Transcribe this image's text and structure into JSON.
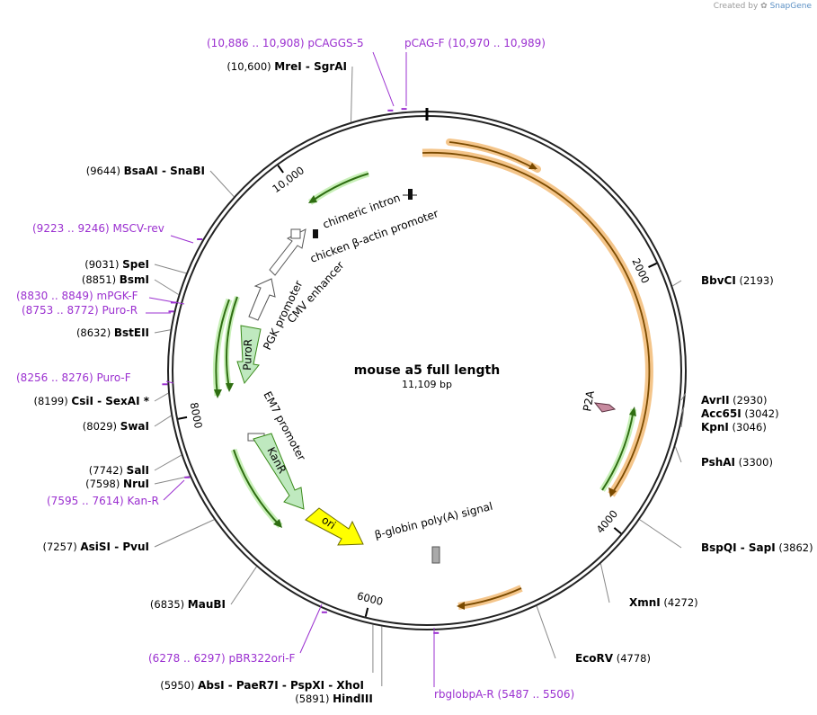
{
  "credit": {
    "prefix": "Created by",
    "brand": "SnapGene"
  },
  "plasmid": {
    "name": "mouse a5 full length",
    "size": "11,109 bp"
  },
  "colors": {
    "primer": "#9b30d0",
    "green": "#3a8a1a",
    "orange": "#e08a1a",
    "ori": "#ffff00",
    "marker": "#bfe9bf"
  },
  "ticks": [
    {
      "label": "2000",
      "angle": 65
    },
    {
      "label": "4000",
      "angle": 130
    },
    {
      "label": "6000",
      "angle": 194
    },
    {
      "label": "8000",
      "angle": 259
    },
    {
      "label": "10,000",
      "angle": 324
    }
  ],
  "sites": [
    {
      "name": "MreI",
      "extra": "SgrAI",
      "pos": "(10,600)",
      "left": true,
      "angle": -17
    },
    {
      "name": "BsaAI",
      "extra": "SnaBI",
      "pos": "(9644)",
      "left": true,
      "angle": -48
    },
    {
      "name": "SpeI",
      "extra": "",
      "pos": "(9031)",
      "left": true,
      "angle": -68
    },
    {
      "name": "BsmI",
      "extra": "",
      "pos": "(8851)",
      "left": true,
      "angle": -73
    },
    {
      "name": "BstEII",
      "extra": "",
      "pos": "(8632)",
      "left": true,
      "angle": -81
    },
    {
      "name": "CsiI",
      "extra": "SexAI *",
      "pos": "(8199)",
      "left": true,
      "angle": -95
    },
    {
      "name": "SwaI",
      "extra": "",
      "pos": "(8029)",
      "left": true,
      "angle": -100
    },
    {
      "name": "SalI",
      "extra": "",
      "pos": "(7742)",
      "left": true,
      "angle": -109
    },
    {
      "name": "NruI",
      "extra": "",
      "pos": "(7598)",
      "left": true,
      "angle": -114
    },
    {
      "name": "AsiSI",
      "extra": "PvuI",
      "pos": "(7257)",
      "left": true,
      "angle": -125
    },
    {
      "name": "MauBI",
      "extra": "",
      "pos": "(6835)",
      "left": true,
      "angle": -139
    },
    {
      "name": "AbsI",
      "extra": "PaeR7I - PspXI - XhoI",
      "pos": "(5950)",
      "left": true,
      "angle": -168
    },
    {
      "name": "HindIII",
      "extra": "",
      "pos": "(5891)",
      "left": true,
      "angle": -170
    },
    {
      "name": "BbvCI",
      "extra": "",
      "pos": "(2193)",
      "left": false,
      "angle": 71
    },
    {
      "name": "AvrII",
      "extra": "",
      "pos": "(2930)",
      "left": false,
      "angle": 95
    },
    {
      "name": "Acc65I",
      "extra": "",
      "pos": "(3042)",
      "left": false,
      "angle": 98
    },
    {
      "name": "KpnI",
      "extra": "",
      "pos": "(3046)",
      "left": false,
      "angle": 99
    },
    {
      "name": "PshAI",
      "extra": "",
      "pos": "(3300)",
      "left": false,
      "angle": 107
    },
    {
      "name": "BspQI",
      "extra": "SapI",
      "pos": "(3862)",
      "left": false,
      "angle": 125
    },
    {
      "name": "XmnI",
      "extra": "",
      "pos": "(4272)",
      "left": false,
      "angle": 138
    },
    {
      "name": "EcoRV",
      "extra": "",
      "pos": "(4778)",
      "left": false,
      "angle": 155
    }
  ],
  "primers": [
    {
      "name": "pCAGGS-5",
      "range": "(10,886 .. 10,908)",
      "angle": -8
    },
    {
      "name": "pCAG-F",
      "range": "(10,970 .. 10,989)",
      "angle": -5
    },
    {
      "name": "MSCV-rev",
      "range": "(9223 .. 9246)",
      "angle": -60
    },
    {
      "name": "mPGK-F",
      "range": "(8830 .. 8849)",
      "angle": -75
    },
    {
      "name": "Puro-R",
      "range": "(8753 .. 8772)",
      "angle": -77
    },
    {
      "name": "Puro-F",
      "range": "(8256 .. 8276)",
      "angle": -93
    },
    {
      "name": "Kan-R",
      "range": "(7595 .. 7614)",
      "angle": -114
    },
    {
      "name": "pBR322ori-F",
      "range": "(6278 .. 6297)",
      "angle": -157
    },
    {
      "name": "rbglobpA-R",
      "range": "(5487 .. 5506)",
      "angle": 178
    }
  ],
  "features": [
    {
      "name": "chimeric intron"
    },
    {
      "name": "chicken β-actin promoter"
    },
    {
      "name": "CMV enhancer"
    },
    {
      "name": "PGK promoter"
    },
    {
      "name": "PuroR"
    },
    {
      "name": "EM7 promoter"
    },
    {
      "name": "KanR"
    },
    {
      "name": "ori"
    },
    {
      "name": "β-globin poly(A) signal"
    },
    {
      "name": "P2A"
    }
  ]
}
